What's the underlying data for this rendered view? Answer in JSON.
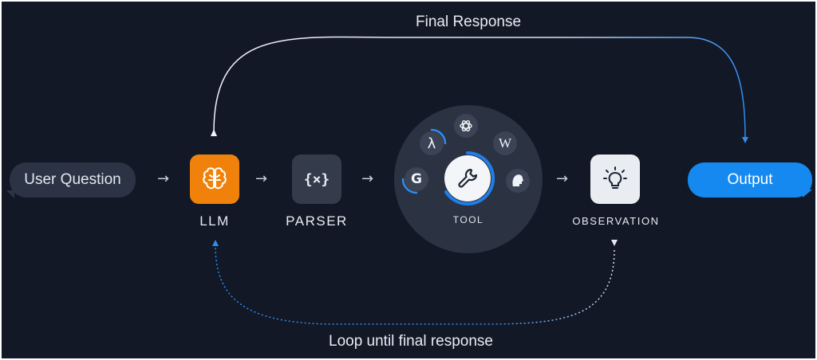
{
  "labels": {
    "final_response": "Final Response",
    "loop": "Loop until final response"
  },
  "bubbles": {
    "user_question": "User Question",
    "output": "Output"
  },
  "nodes": {
    "llm": "LLM",
    "parser": "PARSER",
    "parser_symbol": "{×}",
    "tool": "TOOL",
    "observation": "OBSERVATION"
  },
  "tool_icons": {
    "lambda": "λ",
    "wikipedia": "W",
    "google": "G"
  },
  "colors": {
    "background": "#121826",
    "llm_accent": "#f0820b",
    "output_accent": "#1589f0",
    "loop_line": "#2f8cf0"
  }
}
